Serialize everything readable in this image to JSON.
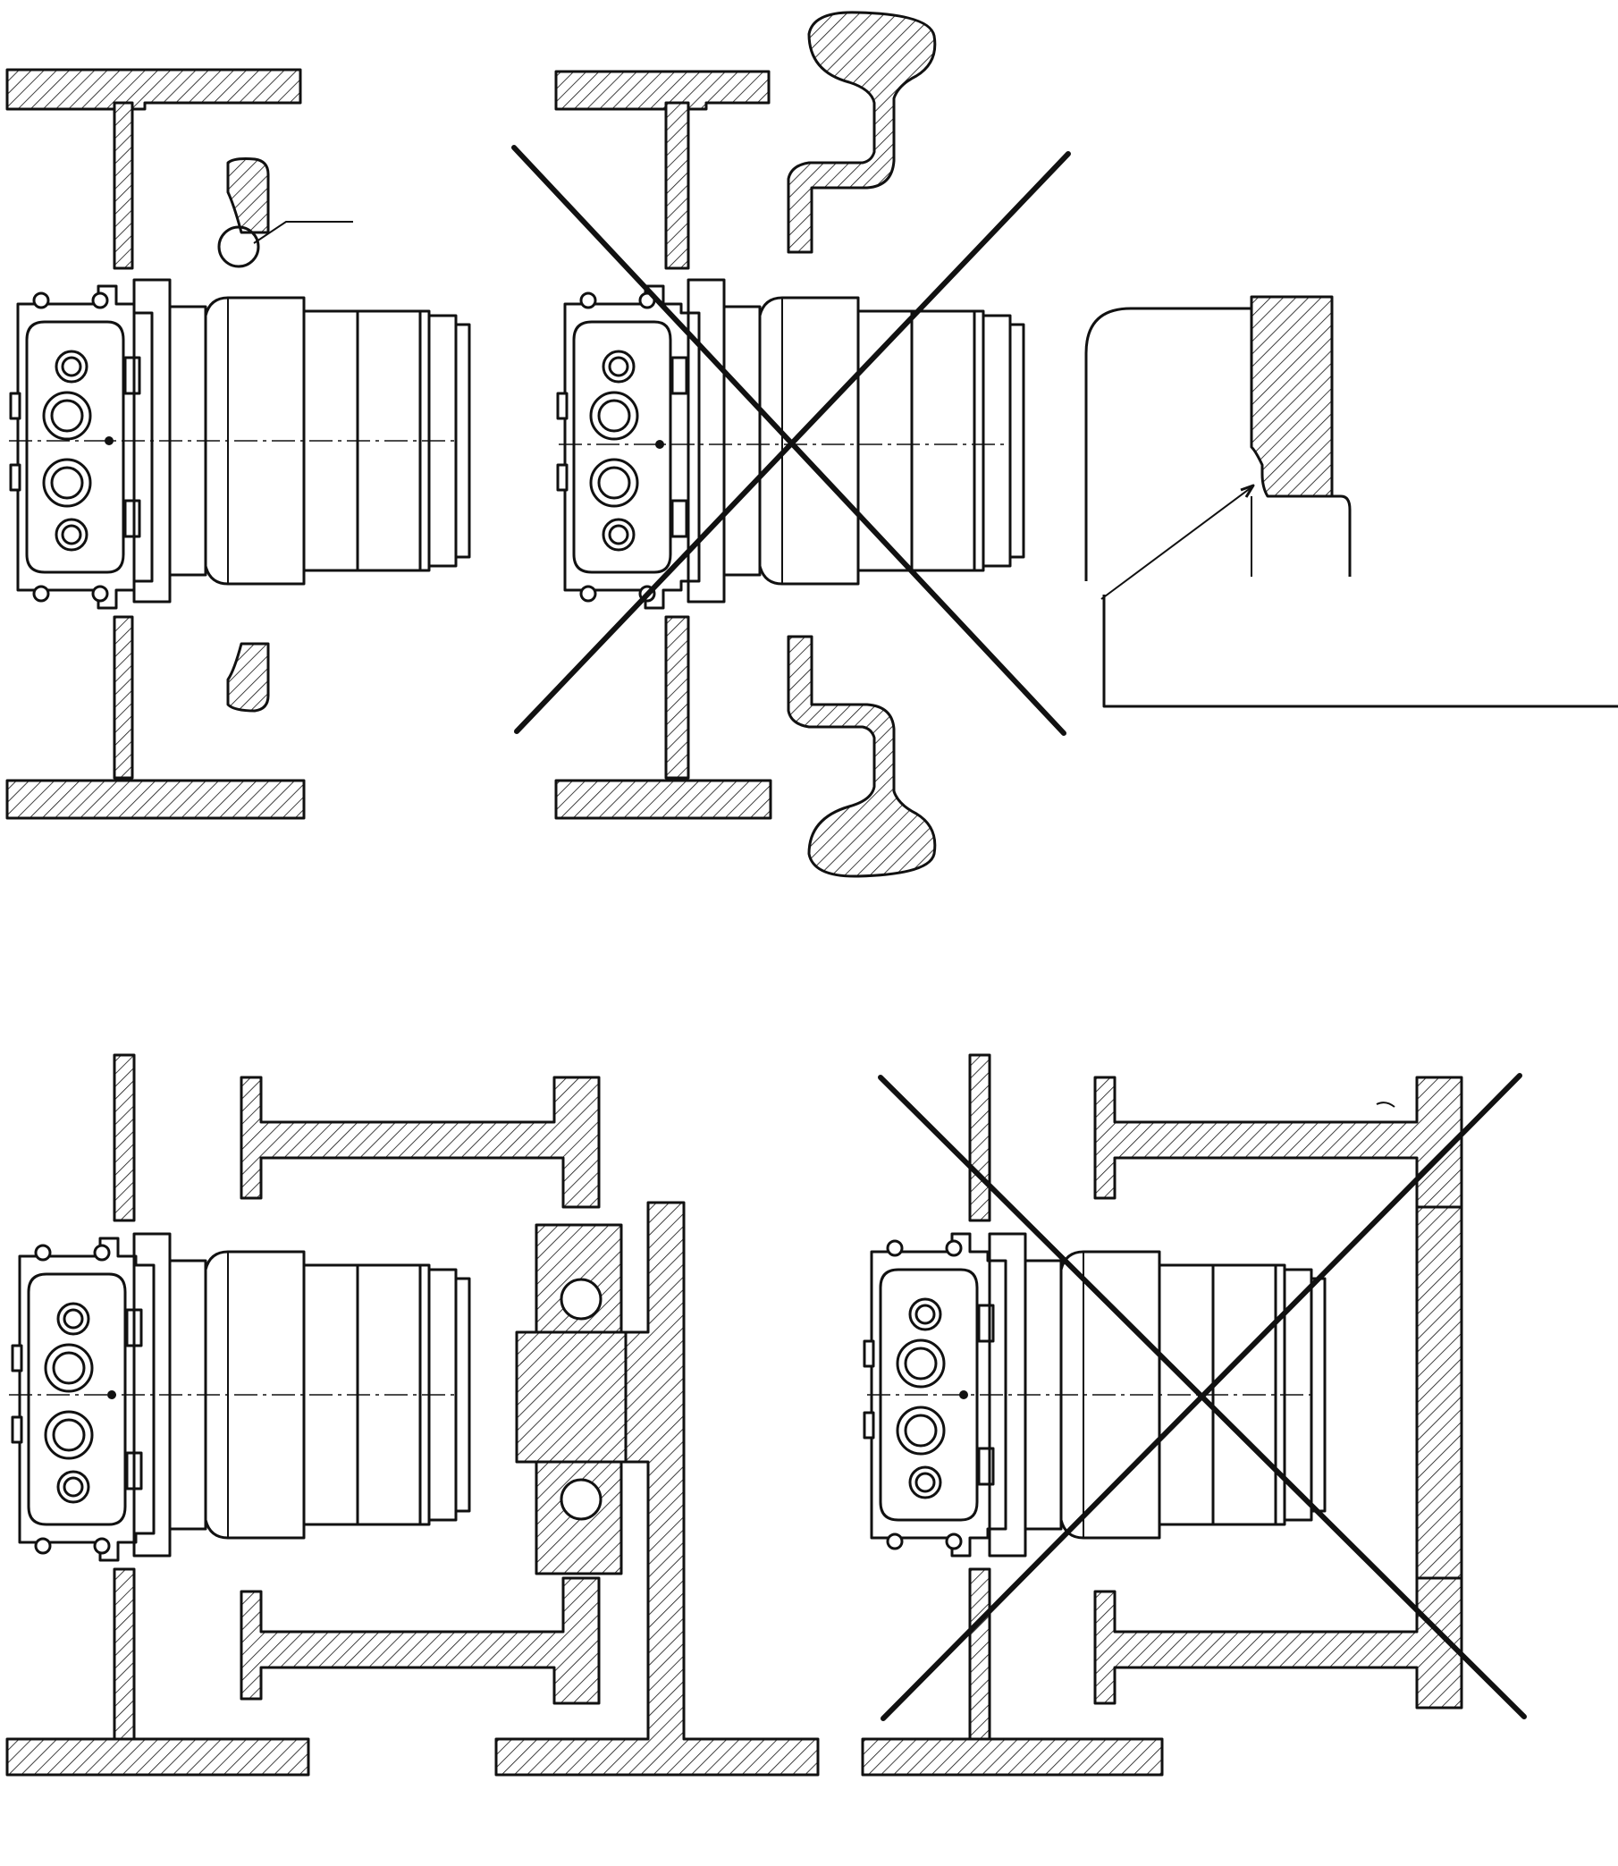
{
  "diagram": {
    "panels": [
      {
        "id": "top-left",
        "verdict": "correct"
      },
      {
        "id": "top-middle",
        "verdict": "incorrect"
      },
      {
        "id": "top-right-detail",
        "verdict": "detail"
      },
      {
        "id": "bottom-left",
        "verdict": "correct"
      },
      {
        "id": "bottom-right",
        "verdict": "incorrect"
      }
    ],
    "colors": {
      "ink": "#111111",
      "background": "#ffffff"
    },
    "icons": [
      "mounting-flange",
      "gear-drive-drum",
      "hydraulic-motor",
      "rejection-cross",
      "ball-bearing"
    ]
  }
}
